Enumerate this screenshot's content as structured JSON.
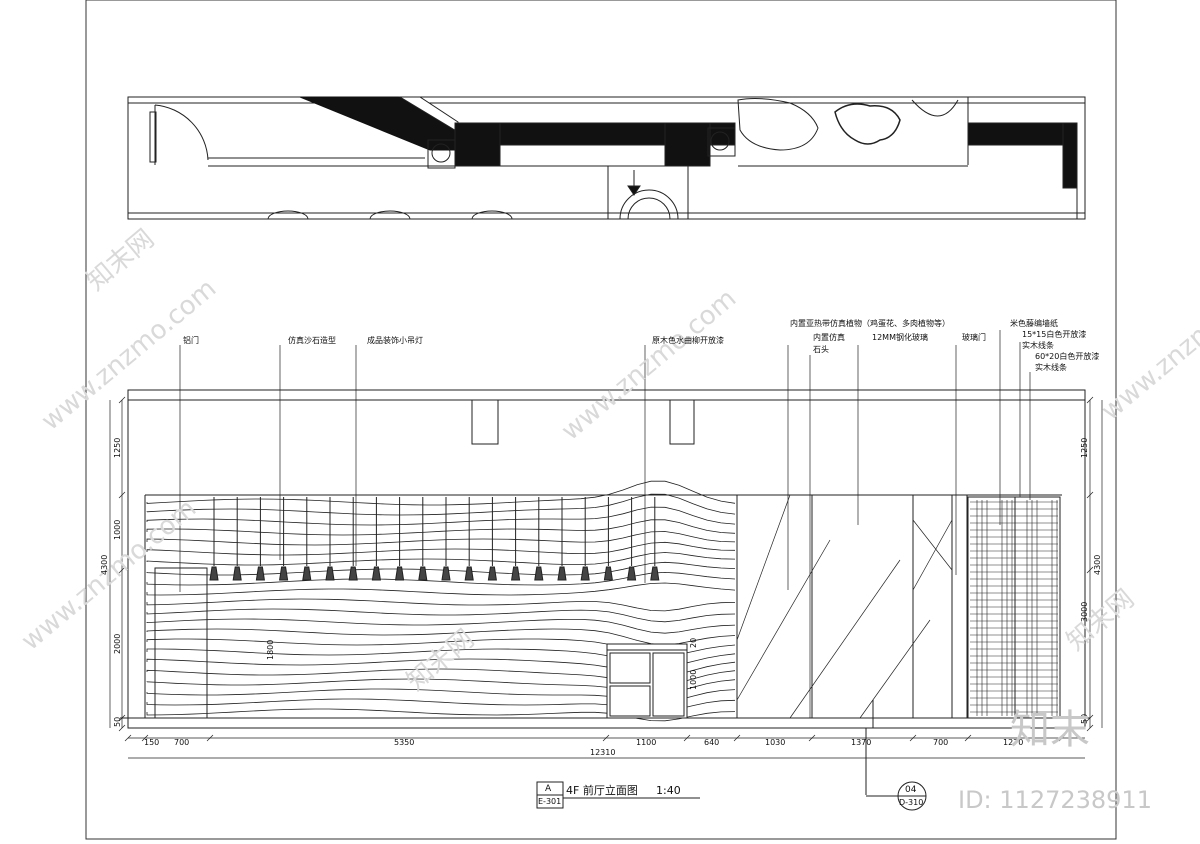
{
  "callouts": [
    "铝门",
    "仿真沙石造型",
    "成品装饰小吊灯",
    "原木色水曲柳开放漆",
    "内置亚热带仿真植物（鸡蛋花、多肉植物等）",
    "内置仿真",
    "石头",
    "12MM钢化玻璃",
    "玻璃门",
    "米色藤编墙纸",
    "15*15白色开放漆",
    "实木线条",
    "60*20白色开放漆",
    "实木线条"
  ],
  "dims_bottom": [
    "150",
    "700",
    "5350",
    "1100",
    "640",
    "1030",
    "1370",
    "700",
    "1270"
  ],
  "dim_total": "12310",
  "dims_left": [
    "1250",
    "1000",
    "2000",
    "50"
  ],
  "dim_left_total": "4300",
  "dims_right": [
    "1250",
    "3000",
    "50"
  ],
  "dim_right_total": "4300",
  "dims_inner": [
    "1800",
    "1000",
    "20"
  ],
  "title": {
    "bubble_top": "A",
    "bubble_bottom": "E-301",
    "text": "4F 前厅立面图",
    "scale": "1:40"
  },
  "ref_bubble": {
    "top": "04",
    "bottom": "D-310"
  },
  "watermarks": [
    "www.znzmo.com",
    "知末网",
    "www.znzmo.com",
    "知末网",
    "www.znzmo.com",
    "知末网",
    "www.znzmo.com"
  ],
  "brand": {
    "logo": "知末",
    "id": "ID: 1127238911"
  }
}
